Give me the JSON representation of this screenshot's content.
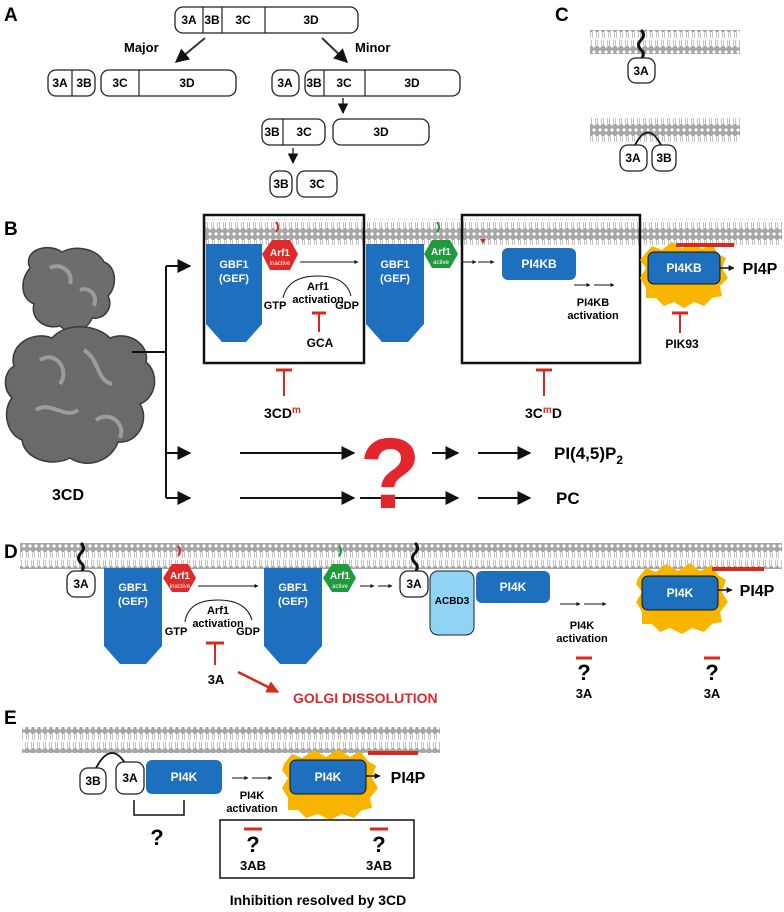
{
  "panels": {
    "a": "A",
    "b": "B",
    "c": "C",
    "d": "D",
    "e": "E"
  },
  "colors": {
    "protein_blue": "#1f6fbf",
    "acbd3_blue": "#8fd3f5",
    "arf_inactive": "#e02a2a",
    "arf_active": "#1f9a3c",
    "pi4p_halo": "#f7b500",
    "inhibition_red": "#d62a1e",
    "membrane_gray": "#9a9a9a"
  },
  "icons": {
    "inhibit": "t-bar-icon",
    "question": "question-mark-icon",
    "arrow": "arrow-icon",
    "membrane": "lipid-bilayer-icon",
    "structure": "protein-surface-icon"
  },
  "a": {
    "polyprotein": [
      "3A",
      "3B",
      "3C",
      "3D"
    ],
    "major": "Major",
    "minor": "Minor",
    "p3a": "3A",
    "p3b": "3B",
    "p3c": "3C",
    "p3d": "3D"
  },
  "c": {
    "p3a": "3A",
    "p3b": "3B"
  },
  "b": {
    "structure_label": "3CD",
    "gbf1": "GBF1",
    "gef": "(GEF)",
    "arf1": "Arf1",
    "inactive": "inactive",
    "active": "active",
    "arf_activation_1": "Arf1",
    "arf_activation_2": "activation",
    "gtp": "GTP",
    "gdp": "GDP",
    "gca": "GCA",
    "pi4kb": "PI4KB",
    "pi4kb_activation_1": "PI4KB",
    "pi4kb_activation_2": "activation",
    "pi4p": "PI4P",
    "pik93": "PIK93",
    "mut1_a": "3CD",
    "mut1_sup": "m",
    "mut2_a": "3C",
    "mut2_sup": "m",
    "mut2_b": "D",
    "question": "?",
    "pip2_a": "PI(4,5)P",
    "pip2_sub": "2",
    "pc": "PC"
  },
  "d": {
    "p3a": "3A",
    "gbf1": "GBF1",
    "gef": "(GEF)",
    "arf1": "Arf1",
    "inactive": "inactive",
    "active": "active",
    "arf_activation_1": "Arf1",
    "arf_activation_2": "activation",
    "gtp": "GTP",
    "gdp": "GDP",
    "acbd3": "ACBD3",
    "pi4k": "PI4K",
    "pi4k_activation_1": "PI4K",
    "pi4k_activation_2": "activation",
    "pi4p": "PI4P",
    "question": "?",
    "golgi": "GOLGI DISSOLUTION"
  },
  "e": {
    "p3a": "3A",
    "p3b": "3B",
    "pi4k": "PI4K",
    "pi4k_activation_1": "PI4K",
    "pi4k_activation_2": "activation",
    "pi4p": "PI4P",
    "question": "?",
    "p3ab": "3AB",
    "caption": "Inhibition resolved by 3CD"
  }
}
